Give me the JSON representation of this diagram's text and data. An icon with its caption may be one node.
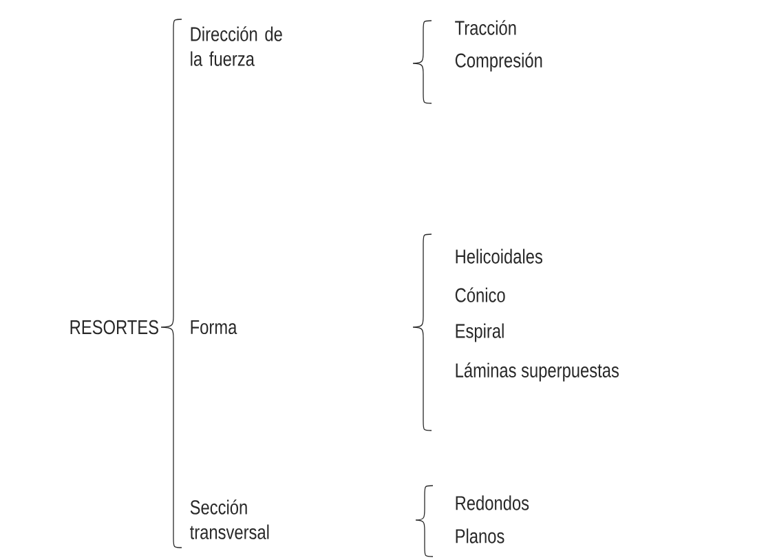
{
  "diagram": {
    "nodes": [
      {
        "text": [
          "RESORTES"
        ]
      },
      {
        "text": [
          "Dirección de la fuerza"
        ]
      },
      {
        "text": [
          "Tracción"
        ]
      },
      {
        "text": [
          "Compresión"
        ]
      },
      {
        "text": [
          "Forma"
        ]
      },
      {
        "text": [
          "Helicoidales"
        ]
      },
      {
        "text": [
          "Cónico"
        ]
      },
      {
        "text": [
          "Espiral"
        ]
      },
      {
        "text": [
          "Láminas superpuestas"
        ]
      },
      {
        "text": [
          "Sección transversal"
        ]
      },
      {
        "text": [
          "Redondos"
        ]
      },
      {
        "text": [
          "Planos"
        ]
      }
    ]
  }
}
